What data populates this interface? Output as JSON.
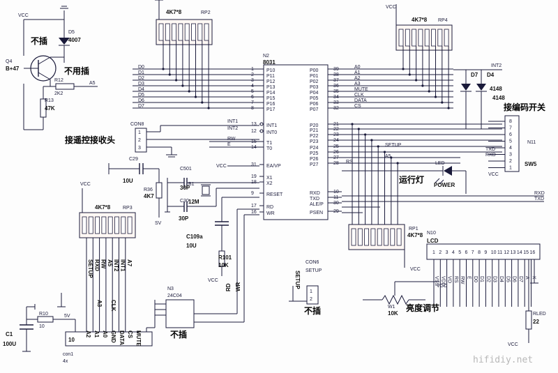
{
  "components": {
    "q4": {
      "ref": "Q4",
      "part": "B+47"
    },
    "d5": {
      "ref": "D5",
      "part": "4007"
    },
    "r12": {
      "ref": "R12",
      "value": "2K2"
    },
    "r13": {
      "ref": "R13",
      "value": "47K"
    },
    "rp2": {
      "ref": "RP2",
      "part": "4K7*8"
    },
    "rp4": {
      "ref": "RP4",
      "part": "4K7*8"
    },
    "rp3": {
      "ref": "RP3",
      "part": "4K7*8"
    },
    "rp1": {
      "ref": "RP1",
      "part": "4K7*8"
    },
    "mcu": {
      "ref": "N2",
      "part": "8031"
    },
    "con8": {
      "ref": "CON8"
    },
    "c29": {
      "ref": "C29",
      "value": "10U"
    },
    "r36": {
      "ref": "R36",
      "value": "4K7"
    },
    "c501": {
      "ref": "C501",
      "value": "30P"
    },
    "c301": {
      "ref": "C30",
      "value": "30P"
    },
    "b1": {
      "ref": "B1",
      "value": "12M"
    },
    "c109a": {
      "ref": "C109a",
      "value": "10U"
    },
    "r101": {
      "ref": "R101",
      "value": "10K"
    },
    "n3": {
      "ref": "N3",
      "part": "24C04"
    },
    "c1": {
      "ref": "C1",
      "value": "100U"
    },
    "r10": {
      "ref": "R10",
      "value": "10"
    },
    "con1": {
      "ref": "con1",
      "part": "4x"
    },
    "con6": {
      "ref": "CON6",
      "part": "SETUP"
    },
    "d7": {
      "ref": "D7"
    },
    "d4": {
      "ref": "D4",
      "part": "4148"
    },
    "d4b": {
      "part": "4148"
    },
    "n11": {
      "ref": "N11",
      "part": "SW5"
    },
    "led": {
      "ref": "LED",
      "part": "POWER"
    },
    "n10": {
      "ref": "N10",
      "part": "LCD"
    },
    "w1": {
      "ref": "W1",
      "value": "10K"
    },
    "rled": {
      "ref": "RLED",
      "value": "22"
    }
  },
  "labels_cn": {
    "no_insert_1": "不插",
    "not_used": "不用插",
    "remote_header": "接遥控接收头",
    "encoder_switch": "接编码开关",
    "run_light": "运行灯",
    "brightness": "亮度调节",
    "no_insert_2": "不插",
    "no_insert_3": "不插"
  },
  "net_labels": {
    "vcc": "VCC",
    "a5": "A5",
    "int2": "INT2",
    "d_bus": [
      "D0",
      "D1",
      "D2",
      "D3",
      "D4",
      "D5",
      "D6",
      "D7"
    ],
    "a_bus": [
      "A0",
      "A1",
      "A2",
      "A3",
      "MUTE",
      "CLK",
      "DATA",
      "CS"
    ],
    "p2_left_nets": [
      "INT1",
      "INT2",
      "RW",
      "E"
    ],
    "p2_right_nets": [
      "SETUP",
      "A5",
      "RS"
    ],
    "serial_far": [
      "RXD",
      "TXD"
    ],
    "lcd_nets": [
      "TXD",
      "RXD"
    ],
    "rp3_nets": [
      "SETUP",
      "RXD",
      "RW",
      "A5",
      "INT2",
      "INT1",
      "A7"
    ],
    "con1_pins": [
      "A2",
      "A1",
      "A0",
      "GND",
      "DATA",
      "CS",
      "MUTE"
    ],
    "con1_top": [
      "A3",
      "CLK"
    ],
    "rd_wr": [
      "RD",
      "WR"
    ],
    "5v": "5V",
    "sv": "SV"
  },
  "mcu_pins_left": [
    {
      "n": "1",
      "name": "P10"
    },
    {
      "n": "2",
      "name": "P11"
    },
    {
      "n": "3",
      "name": "P12"
    },
    {
      "n": "4",
      "name": "P13"
    },
    {
      "n": "5",
      "name": "P14"
    },
    {
      "n": "6",
      "name": "P15"
    },
    {
      "n": "7",
      "name": "P16"
    },
    {
      "n": "8",
      "name": "P17"
    },
    {
      "n": "13",
      "name": "INT1"
    },
    {
      "n": "12",
      "name": "INT0"
    },
    {
      "n": "15",
      "name": "T1"
    },
    {
      "n": "14",
      "name": "T0"
    },
    {
      "n": "31",
      "name": "EA/VP"
    },
    {
      "n": "19",
      "name": "X1"
    },
    {
      "n": "18",
      "name": "X2"
    },
    {
      "n": "9",
      "name": "RESET"
    },
    {
      "n": "17",
      "name": "RD"
    },
    {
      "n": "16",
      "name": "WR"
    }
  ],
  "mcu_pins_right": [
    {
      "n": "39",
      "name": "P00"
    },
    {
      "n": "38",
      "name": "P01"
    },
    {
      "n": "37",
      "name": "P02"
    },
    {
      "n": "36",
      "name": "P03"
    },
    {
      "n": "35",
      "name": "P04"
    },
    {
      "n": "34",
      "name": "P05"
    },
    {
      "n": "33",
      "name": "P06"
    },
    {
      "n": "32",
      "name": "P07"
    },
    {
      "n": "21",
      "name": "P20"
    },
    {
      "n": "22",
      "name": "P21"
    },
    {
      "n": "23",
      "name": "P22"
    },
    {
      "n": "24",
      "name": "P23"
    },
    {
      "n": "25",
      "name": "P24"
    },
    {
      "n": "26",
      "name": "P25"
    },
    {
      "n": "27",
      "name": "P26"
    },
    {
      "n": "28",
      "name": "P27"
    },
    {
      "n": "10",
      "name": "RXD"
    },
    {
      "n": "11",
      "name": "TXD"
    },
    {
      "n": "30",
      "name": "ALE/P"
    },
    {
      "n": "29",
      "name": "PSEN"
    }
  ],
  "lcd_pins": [
    "1",
    "2",
    "3",
    "4",
    "5",
    "6",
    "7",
    "8",
    "9",
    "10",
    "11",
    "12",
    "13",
    "14",
    "15",
    "16"
  ],
  "lcd_signals": [
    "VSS",
    "VDD",
    "VO",
    "RS",
    "RW",
    "E",
    "D0",
    "D1",
    "D2",
    "D3",
    "D4",
    "D5",
    "D6",
    "D7",
    "A",
    "K"
  ],
  "sw_pins": [
    "8",
    "7",
    "6",
    "5",
    "4",
    "3",
    "2",
    "1"
  ],
  "watermark": "hifidiy.net"
}
